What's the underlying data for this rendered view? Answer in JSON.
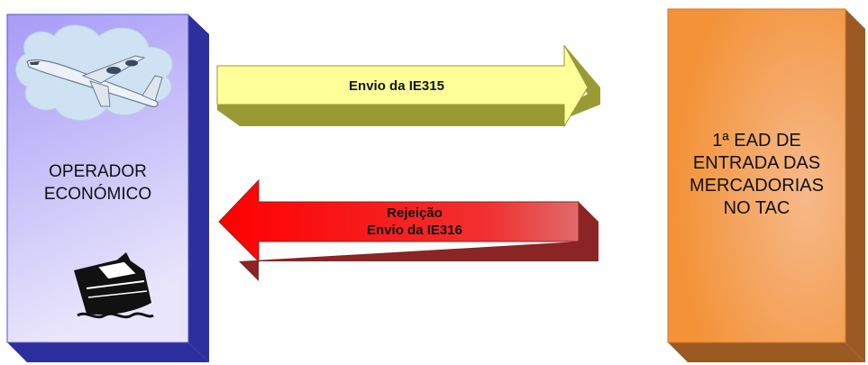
{
  "operator_box": {
    "line1": "OPERADOR",
    "line2": "ECONÓMICO",
    "fill_top": "#a79bf7",
    "fill_bottom": "#e9e6fb",
    "side_color": "#2d2f9e"
  },
  "customs_box": {
    "line1": "1ª EAD DE",
    "line2": "ENTRADA DAS",
    "line3": "MERCADORIAS",
    "line4": "NO TAC",
    "fill_main": "#f39237",
    "fill_light": "#f6b98a",
    "side_color": "#9a5a22"
  },
  "arrow_send": {
    "direction": "right",
    "label": "Envio da IE315",
    "face_color": "#ffff99",
    "side_color": "#9a9a34"
  },
  "arrow_reject": {
    "direction": "left",
    "line1": "Rejeição",
    "line2": "Envio da IE316",
    "face_color": "#ff0000",
    "side_color": "#8b2424"
  },
  "icons": {
    "top_left": "airplane-icon",
    "bottom_left": "ship-icon"
  }
}
